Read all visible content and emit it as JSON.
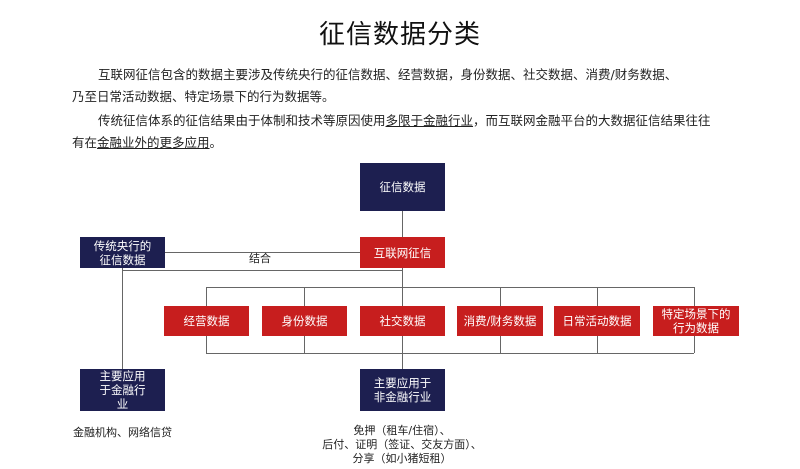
{
  "title": "征信数据分类",
  "paragraph1": {
    "line1": "互联网征信包含的数据主要涉及传统央行的征信数据、经营数据，身份数据、社交数据、消费/财务数据、",
    "line2": "乃至日常活动数据、特定场景下的行为数据等。"
  },
  "paragraph2": {
    "line1_a": "传统征信体系的征信结果由于体制和技术等原因使用",
    "line1_u": "多限于金融行业",
    "line1_b": "，而互联网金融平台的大数据征信结果往往",
    "line2_a": "有在",
    "line2_u": "金融业外的更多应用",
    "line2_b": "。"
  },
  "diagram": {
    "root": "征信数据",
    "traditional": "传统央行的征信数据",
    "internet": "互联网征信",
    "combine_label": "结合",
    "categories": [
      "经营数据",
      "身份数据",
      "社交数据",
      "消费/财务数据",
      "日常活动数据",
      "特定场景下的行为数据"
    ],
    "app_finance": "主要应用于金融行业",
    "app_nonfinance": "主要应用于非金融行业",
    "finance_note": "金融机构、网络信贷",
    "nonfinance_note": {
      "line1": "免押（租车/住宿）、",
      "line2": "后付、证明（签证、交友方面）、",
      "line3": "分享（如小猪短租）"
    }
  },
  "colors": {
    "navy": "#1d1f50",
    "red": "#c71e1e"
  }
}
